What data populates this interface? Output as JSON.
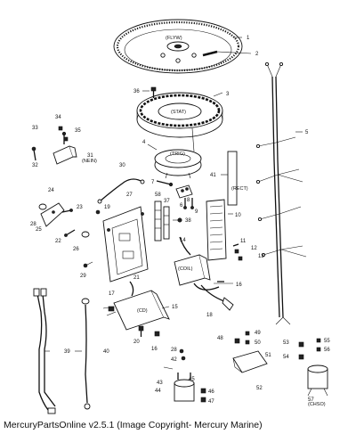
{
  "caption": "MercuryPartsOnline v2.5.1 (Image Copyright- Mercury Marine)",
  "component_labels": {
    "flywheel": "(FLYW)",
    "stator": "(STAT)",
    "trigger": "(TRIG)",
    "neutral_switch": "(NEIN)",
    "rectifier": "(RECT)",
    "coil": "(COIL)",
    "cd_module": "(CD)",
    "choke_solenoid": "(CHSO)"
  },
  "callouts": {
    "c1": "1",
    "c2": "2",
    "c3": "3",
    "c4": "4",
    "c5": "5",
    "c6": "6",
    "c7": "7",
    "c8": "8",
    "c9": "9",
    "c10": "10",
    "c11": "11",
    "c12": "12",
    "c13": "13",
    "c14": "14",
    "c15": "15",
    "c16": "16",
    "c16b": "16",
    "c17": "17",
    "c18": "18",
    "c19": "19",
    "c20": "20",
    "c21": "21",
    "c22": "22",
    "c23": "23",
    "c24": "24",
    "c25": "25",
    "c26": "26",
    "c27": "27",
    "c28": "28",
    "c28b": "28",
    "c29": "29",
    "c30": "30",
    "c31": "31",
    "c32": "32",
    "c33": "33",
    "c34": "34",
    "c35": "35",
    "c36": "36",
    "c37": "37",
    "c38": "38",
    "c39": "39",
    "c40": "40",
    "c41": "41",
    "c42": "42",
    "c43": "43",
    "c44": "44",
    "c45": "45",
    "c46": "46",
    "c47": "47",
    "c48": "48",
    "c49": "49",
    "c50": "50",
    "c51": "51",
    "c52": "52",
    "c53": "53",
    "c54": "54",
    "c55": "55",
    "c56": "56",
    "c57": "57",
    "c58": "58"
  }
}
